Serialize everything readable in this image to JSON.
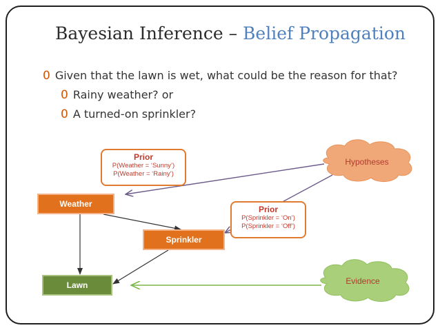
{
  "title": {
    "main": "Bayesian Inference – ",
    "accent": "Belief Propagation"
  },
  "bullet_marker": "0",
  "bullets": [
    "Given that the lawn is wet, what could be the reason for that?",
    "Rainy weather? or",
    "A turned-on sprinkler?"
  ],
  "nodes": {
    "weather": "Weather",
    "sprinkler": "Sprinkler",
    "lawn": "Lawn",
    "hypotheses": "Hypotheses",
    "evidence": "Evidence"
  },
  "prior_weather": {
    "title": "Prior",
    "lines": [
      "P(Weather = ‘Sunny’)",
      "P(Weather = ‘Rainy’)"
    ]
  },
  "prior_sprinkler": {
    "title": "Prior",
    "lines": [
      "P(Sprinkler = ‘On’)",
      "P(Sprinkler = ‘Off’)"
    ]
  },
  "colors": {
    "title_accent": "#4f81bd",
    "bullet_marker": "#d35400",
    "node_orange": "#e2711d",
    "node_green": "#6a8b3a",
    "prior_border": "#e07a2e",
    "hypotheses_cloud": "#f0a878",
    "evidence_cloud": "#a9cf7a",
    "arrow_purple": "#6b5a8a",
    "arrow_green": "#7ab648"
  }
}
